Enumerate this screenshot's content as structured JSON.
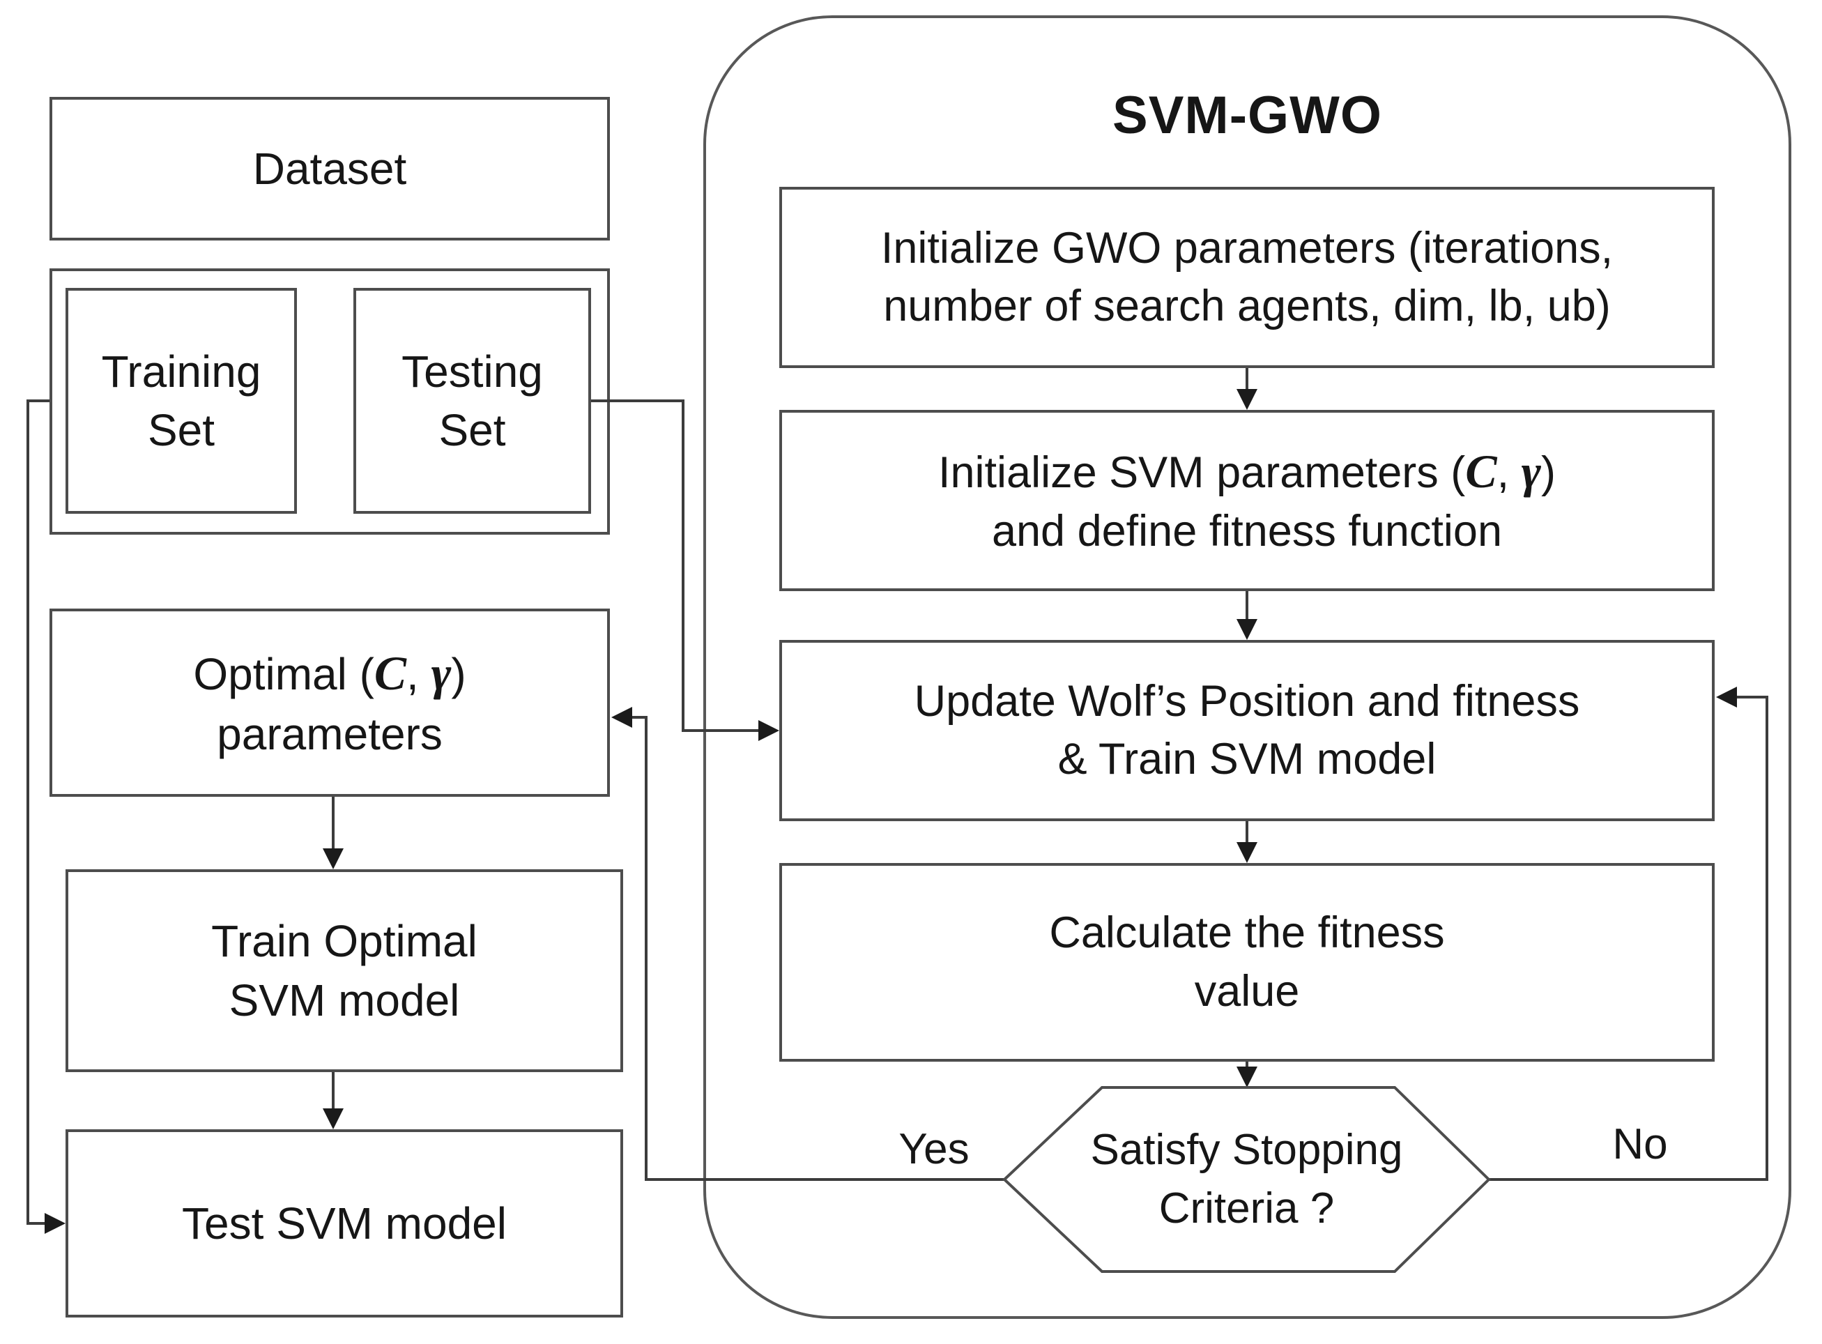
{
  "colors": {
    "background": "#ffffff",
    "line": "#3c3c3c",
    "arrowhead": "#1b1b1b",
    "box_border": "#4d4d4d",
    "text": "#161616"
  },
  "left_column": {
    "dataset_box": {
      "lines": [
        [
          {
            "t": "Dataset"
          }
        ]
      ]
    },
    "training_box": {
      "lines": [
        [
          {
            "t": "Training"
          }
        ],
        [
          {
            "t": "Set"
          }
        ]
      ]
    },
    "testing_box": {
      "lines": [
        [
          {
            "t": "Testing"
          }
        ],
        [
          {
            "t": "Set"
          }
        ]
      ]
    },
    "optimal_params_box": {
      "lines": [
        [
          {
            "t": "Optimal ("
          },
          {
            "t": "C",
            "m": true
          },
          {
            "t": ", "
          },
          {
            "t": "γ",
            "m": true
          },
          {
            "t": ")"
          }
        ],
        [
          {
            "t": "parameters"
          }
        ]
      ]
    },
    "train_optimal_box": {
      "lines": [
        [
          {
            "t": "Train Optimal"
          }
        ],
        [
          {
            "t": "SVM model"
          }
        ]
      ]
    },
    "test_box": {
      "lines": [
        [
          {
            "t": "Test SVM model"
          }
        ]
      ]
    }
  },
  "svm_gwo": {
    "title": "SVM-GWO",
    "init_gwo_box": {
      "lines": [
        [
          {
            "t": "Initialize GWO parameters (iterations,"
          }
        ],
        [
          {
            "t": "number of search agents, dim, lb, ub)"
          }
        ]
      ]
    },
    "init_svm_box": {
      "lines": [
        [
          {
            "t": "Initialize SVM parameters ("
          },
          {
            "t": "C",
            "m": true
          },
          {
            "t": ", "
          },
          {
            "t": "γ",
            "m": true
          },
          {
            "t": ")"
          }
        ],
        [
          {
            "t": "and define fitness function"
          }
        ]
      ]
    },
    "update_box": {
      "lines": [
        [
          {
            "t": "Update Wolf’s Position and fitness"
          }
        ],
        [
          {
            "t": "& Train SVM model"
          }
        ]
      ]
    },
    "calculate_box": {
      "lines": [
        [
          {
            "t": "Calculate the fitness"
          }
        ],
        [
          {
            "t": "value"
          }
        ]
      ]
    },
    "decision_hexagon": {
      "lines": [
        [
          {
            "t": "Satisfy Stopping"
          }
        ],
        [
          {
            "t": "Criteria ?"
          }
        ]
      ]
    },
    "labels": {
      "yes": "Yes",
      "no": "No"
    }
  }
}
